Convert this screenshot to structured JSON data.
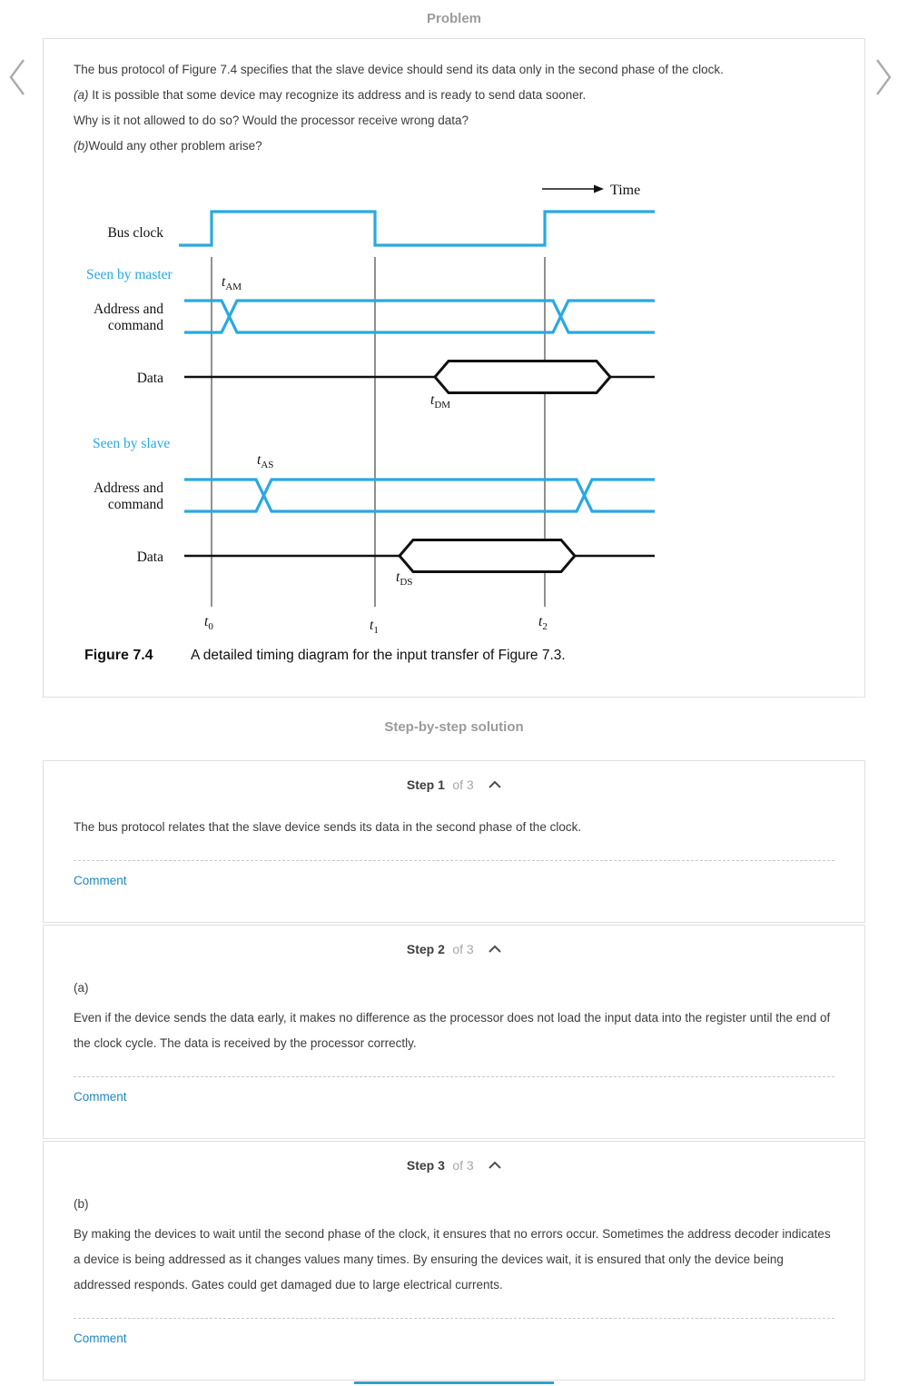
{
  "page": {
    "problem_heading": "Problem",
    "solution_heading": "Step-by-step solution"
  },
  "colors": {
    "accent_cyan": "#29a9e0",
    "link_blue": "#1e87c2",
    "accent_bar": "#2aa4cb"
  },
  "problem": {
    "lines": [
      {
        "prefix": "",
        "text": "The bus protocol of Figure 7.4 specifies that the slave device should send its data only in the second phase of the clock."
      },
      {
        "prefix": "(a)",
        "text": " It is possible that some device may recognize its address and is ready to send data sooner."
      },
      {
        "prefix": "",
        "text": "Why is it not allowed to do so? Would the processor receive wrong data?"
      },
      {
        "prefix": "(b)",
        "text": "Would any other problem arise?"
      }
    ]
  },
  "diagram": {
    "time_label": "Time",
    "bus_clock_label": "Bus clock",
    "seen_by_master": "Seen by master",
    "seen_by_slave": "Seen by slave",
    "address_line1": "Address and",
    "address_line2": "command",
    "data_label": "Data",
    "t_am": {
      "base": "t",
      "sub": "AM"
    },
    "t_dm": {
      "base": "t",
      "sub": "DM"
    },
    "t_as": {
      "base": "t",
      "sub": "AS"
    },
    "t_ds": {
      "base": "t",
      "sub": "DS"
    },
    "t0": {
      "base": "t",
      "sub": "0"
    },
    "t1": {
      "base": "t",
      "sub": "1"
    },
    "t2": {
      "base": "t",
      "sub": "2"
    },
    "caption_label": "Figure 7.4",
    "caption_text": "A detailed timing diagram for the input transfer of Figure 7.3."
  },
  "steps": [
    {
      "step_label": "Step 1",
      "of_label": "of 3",
      "part_label": "",
      "body": "The bus protocol relates that the slave device sends its data in the second phase of the clock.",
      "comment_label": "Comment"
    },
    {
      "step_label": "Step 2",
      "of_label": "of 3",
      "part_label": "(a)",
      "body": "Even if the device sends the data early, it makes no difference as the processor does not load the input data into the register until the end of the clock cycle. The data is received by the processor correctly.",
      "comment_label": "Comment"
    },
    {
      "step_label": "Step 3",
      "of_label": "of 3",
      "part_label": "(b)",
      "body": "By making the devices to wait until the second phase of the clock, it ensures that no errors occur. Sometimes the address decoder indicates a device is being addressed as it changes values many times. By ensuring the devices wait, it is ensured that only the device being addressed responds. Gates could get damaged due to large electrical currents.",
      "comment_label": "Comment"
    }
  ]
}
